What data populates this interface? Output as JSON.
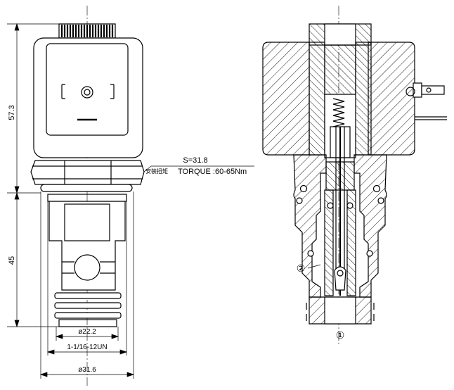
{
  "left_view": {
    "dim_height_coil": "57.3",
    "dim_height_cartridge": "45",
    "dim_bore": "ø22.2",
    "dim_thread": "1-1/16-12UN",
    "dim_body": "ø31.6",
    "hex_size": "S=31.8",
    "torque_label_cn": "安装扭矩",
    "torque_label": "TORQUE :60-65Nm"
  },
  "right_view": {
    "callout_1": "①",
    "callout_2": "②"
  }
}
